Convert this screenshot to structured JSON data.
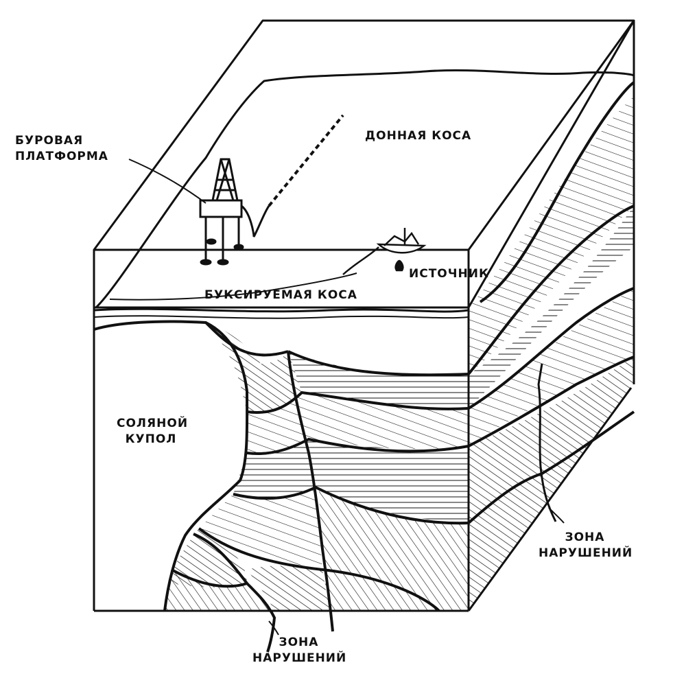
{
  "labels": {
    "platform_line1": "БУРОВАЯ",
    "platform_line2": "ПЛАТФОРМА",
    "ocean_bottom_cable": "ДОННАЯ КОСА",
    "source": "ИСТОЧНИК",
    "towed_streamer": "БУКСИРУЕМАЯ КОСА",
    "salt_dome_line1": "СОЛЯНОЙ",
    "salt_dome_line2": "КУПОЛ",
    "fault_zone_right_line1": "ЗОНА",
    "fault_zone_right_line2": "НАРУШЕНИЙ",
    "fault_zone_bottom_line1": "ЗОНА",
    "fault_zone_bottom_line2": "НАРУШЕНИЙ"
  },
  "colors": {
    "ink": "#111111",
    "paper": "#ffffff"
  }
}
